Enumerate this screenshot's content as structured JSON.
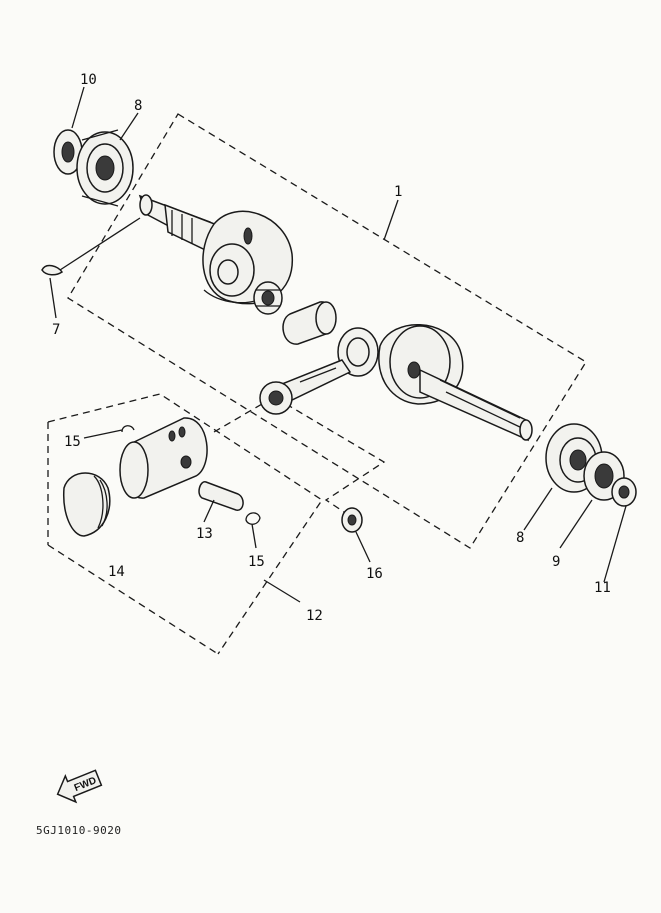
{
  "callouts": {
    "c1": "1",
    "c7": "7",
    "c8_top": "8",
    "c10": "10",
    "c8_right": "8",
    "c9": "9",
    "c11": "11",
    "c12": "12",
    "c13": "13",
    "c14": "14",
    "c15_left": "15",
    "c15_right": "15",
    "c16": "16"
  },
  "direction_label": "FWD",
  "figure_code": "5GJ1010-9020"
}
